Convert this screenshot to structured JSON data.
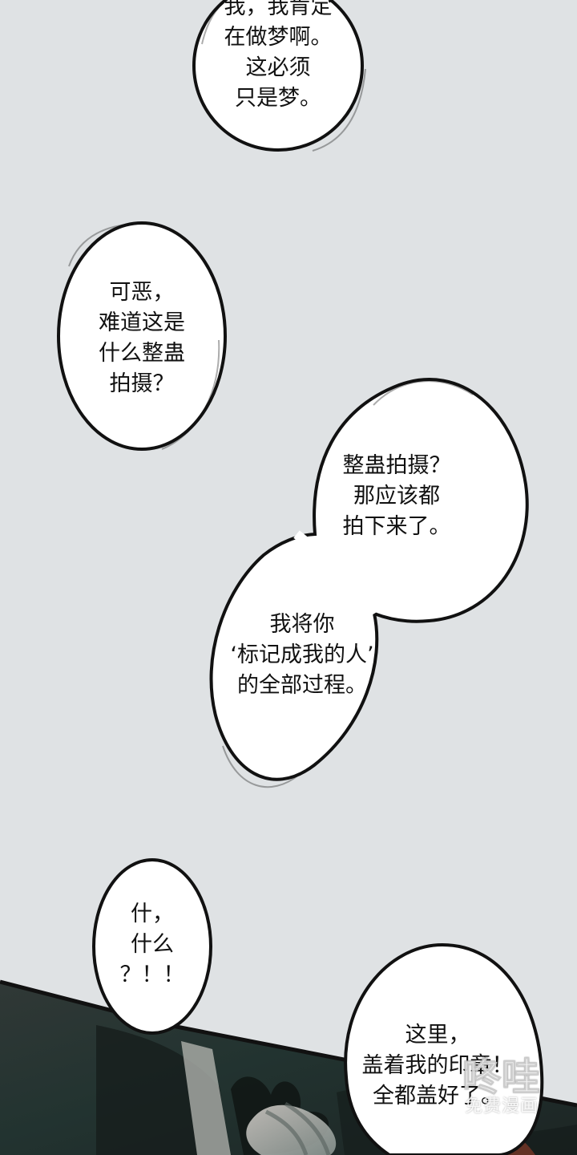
{
  "panel": {
    "bubbles": [
      {
        "lines": [
          "我，我肯定",
          "在做梦啊。",
          "这必须",
          "只是梦。"
        ]
      },
      {
        "lines": [
          "可恶，",
          "难道这是",
          "什么整蛊",
          "拍摄？"
        ]
      },
      {
        "lines": [
          "整蛊拍摄？",
          "那应该都",
          "拍下来了。"
        ]
      },
      {
        "lines": [
          "我将你",
          "‘标记成我的人’",
          "的全部过程。"
        ]
      },
      {
        "lines": [
          "什，",
          "什么",
          "？！！"
        ]
      },
      {
        "lines": [
          "这里，",
          "盖着我的印章！",
          "全都盖好了。"
        ]
      }
    ],
    "watermark": {
      "mark": "咚哇",
      "text": "免费漫画"
    }
  },
  "colors": {
    "paper": "#dfe2e4",
    "ink": "#111111",
    "dark_scene": "#2c3331",
    "teal_shadow": "#20302d",
    "skin_highlight": "#d2cfcc"
  }
}
